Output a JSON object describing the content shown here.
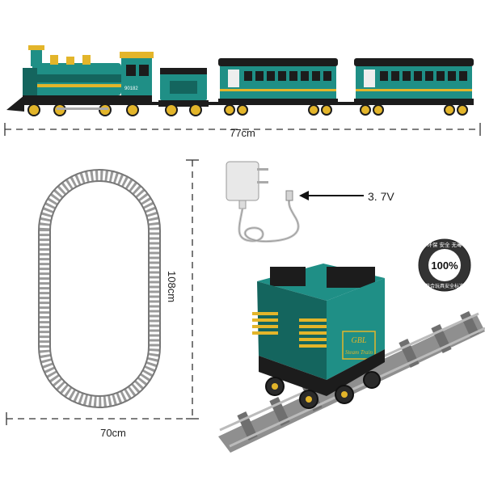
{
  "dimensions": {
    "train_length": "77cm",
    "track_height": "108cm",
    "track_width": "70cm"
  },
  "adapter": {
    "voltage": "3. 7V"
  },
  "badge": {
    "top_text": "环保 安全 无毒",
    "center_text": "100%",
    "bottom_text": "符合玩具安全标准"
  },
  "product_markings": {
    "locomotive_number": "90182",
    "car_logo": "GBL",
    "car_text": "Steam Train"
  },
  "colors": {
    "teal": "#1f8f86",
    "dark_teal": "#14655e",
    "yellow": "#e3b52a",
    "black": "#1c1c1c",
    "grey_track": "#9a9a9a",
    "rail": "#777777"
  }
}
